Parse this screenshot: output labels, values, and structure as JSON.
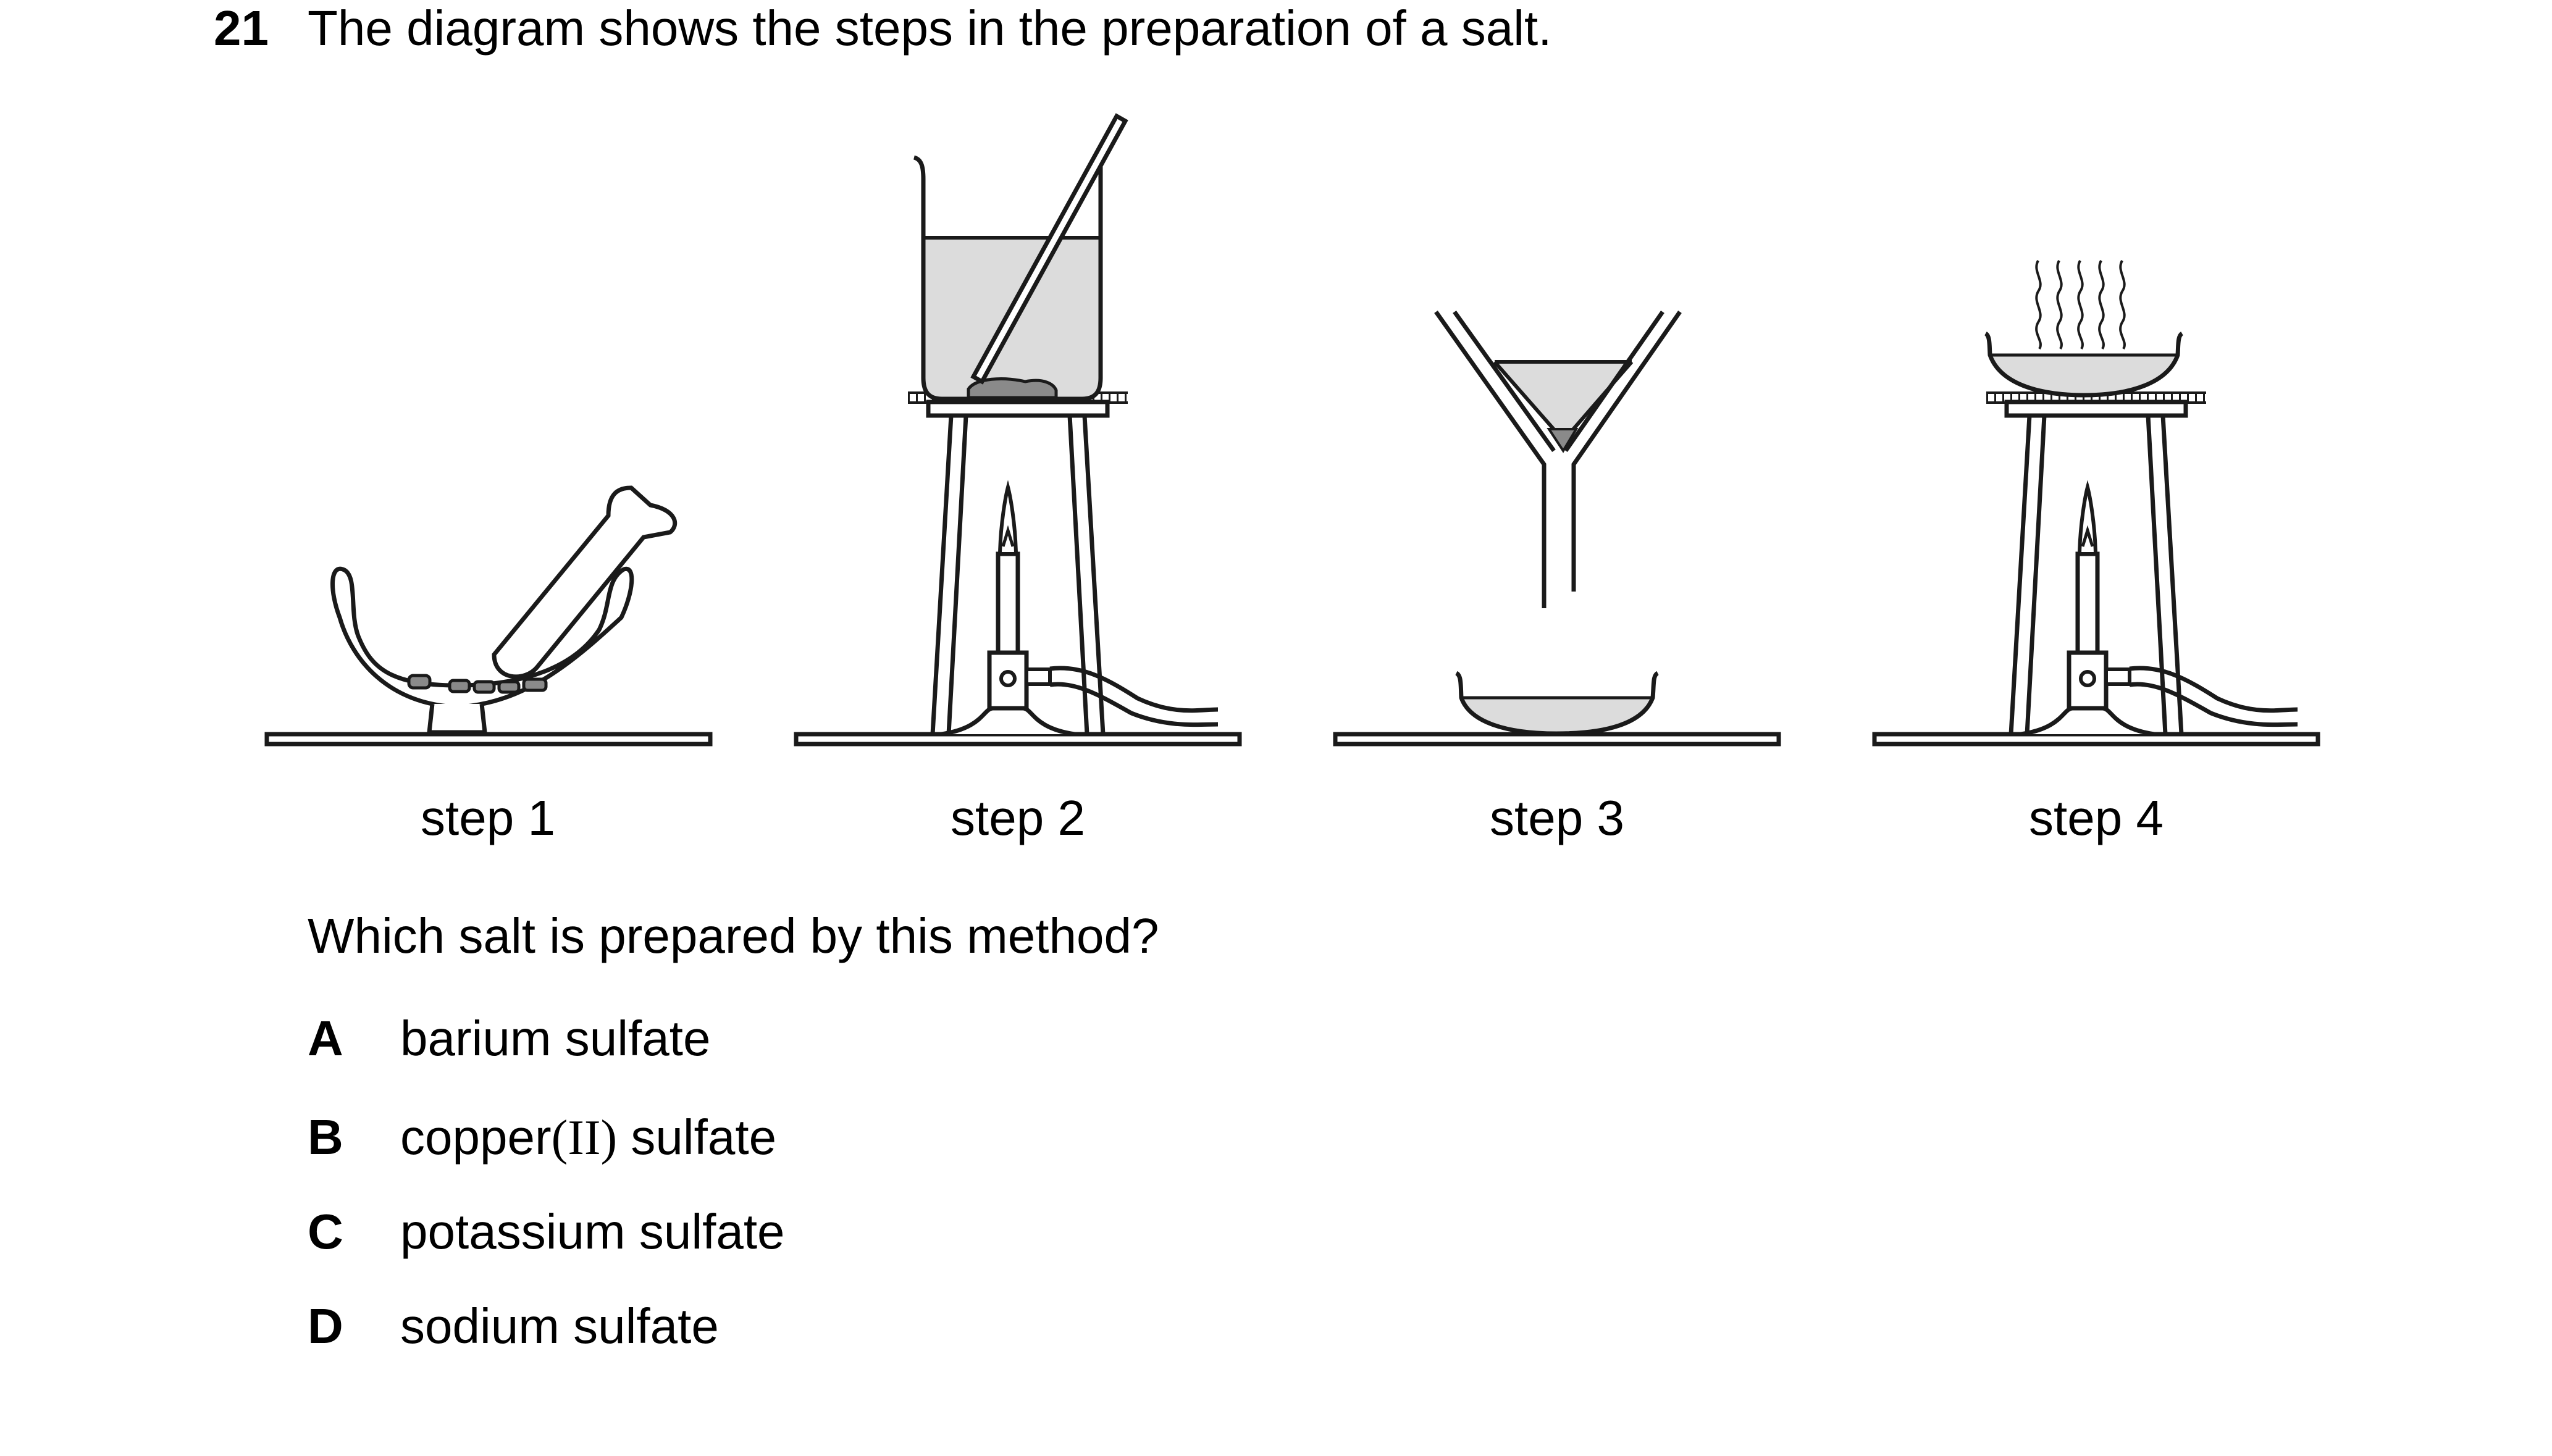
{
  "question": {
    "number": "21",
    "stem": "The diagram shows the steps in the preparation of a salt.",
    "prompt": "Which salt is prepared by this method?"
  },
  "diagram": {
    "steps": [
      {
        "label": "step 1",
        "apparatus": [
          "mortar",
          "pestle",
          "solid lumps"
        ]
      },
      {
        "label": "step 2",
        "apparatus": [
          "beaker",
          "glass rod",
          "gauze",
          "tripod",
          "bunsen burner"
        ]
      },
      {
        "label": "step 3",
        "apparatus": [
          "filter funnel",
          "filter paper",
          "evaporating basin"
        ]
      },
      {
        "label": "step 4",
        "apparatus": [
          "evaporating basin",
          "steam",
          "gauze",
          "tripod",
          "bunsen burner"
        ]
      }
    ],
    "colors": {
      "line": "#1a1a1a",
      "liquid": "#dcdcdc",
      "solid": "#8a8a8a"
    }
  },
  "options": [
    {
      "letter": "A",
      "text": "barium sulfate"
    },
    {
      "letter": "B",
      "text_before": "copper",
      "text_roman": "(II)",
      "text_after": " sulfate"
    },
    {
      "letter": "C",
      "text": "potassium sulfate"
    },
    {
      "letter": "D",
      "text": "sodium sulfate"
    }
  ]
}
